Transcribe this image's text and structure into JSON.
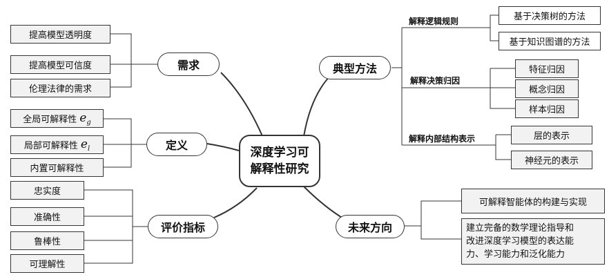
{
  "center": {
    "line1": "深度学习可",
    "line2": "解释性研究"
  },
  "branches": {
    "demand": {
      "label": "需求",
      "leaves": [
        "提高模型透明度",
        "提高模型可信度",
        "伦理法律的需求"
      ]
    },
    "definition": {
      "label": "定义",
      "leaves": [
        {
          "text": "全局可解释性",
          "var": "e",
          "subscript": "g"
        },
        {
          "text": "局部可解释性",
          "var": "e",
          "subscript": "l"
        },
        {
          "text": "内置可解释性"
        }
      ]
    },
    "metrics": {
      "label": "评价指标",
      "leaves": [
        "忠实度",
        "准确性",
        "鲁棒性",
        "可理解性"
      ]
    },
    "methods": {
      "label": "典型方法",
      "groups": [
        {
          "label": "解释逻辑规则",
          "leaves": [
            "基于决策树的方法",
            "基于知识图谱的方法"
          ]
        },
        {
          "label": "解释决策归因",
          "leaves": [
            "特征归因",
            "概念归因",
            "样本归因"
          ]
        },
        {
          "label": "解释内部结构表示",
          "leaves": [
            "层的表示",
            "神经元的表示"
          ]
        }
      ]
    },
    "future": {
      "label": "未来方向",
      "leaves": [
        "可解释智能体的构建与实现",
        [
          "建立完备的数学理论指导和",
          "改进深度学习模型的表达能",
          "力、学习能力和泛化能力"
        ]
      ]
    }
  }
}
